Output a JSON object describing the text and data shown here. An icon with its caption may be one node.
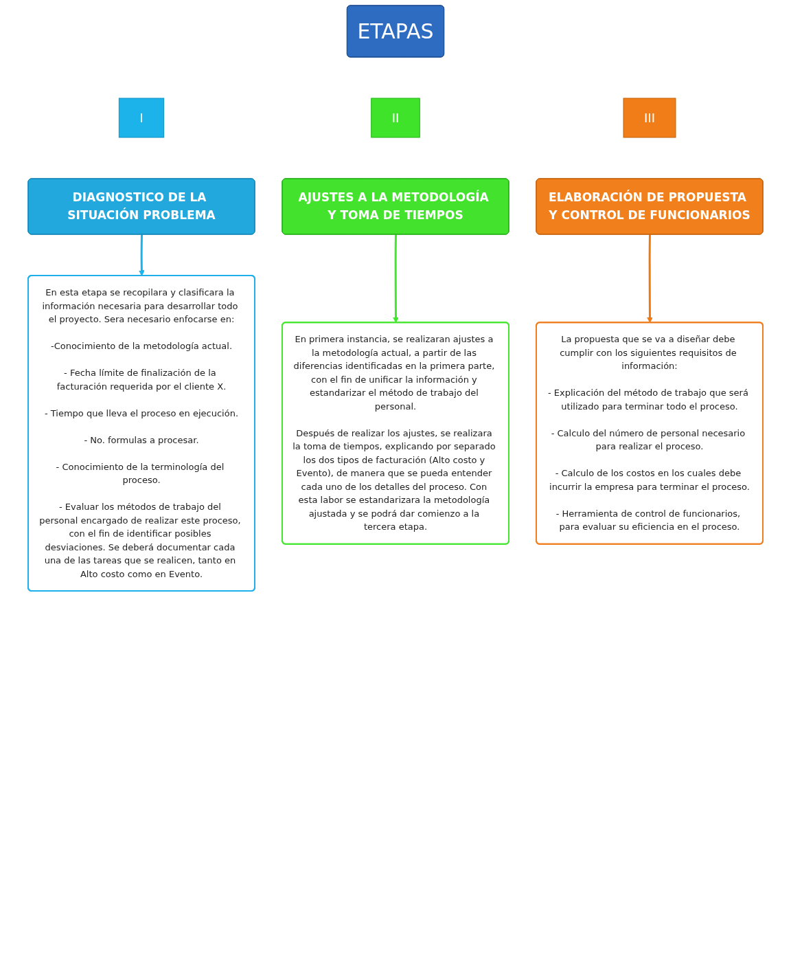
{
  "diagram": {
    "nodes": [
      {
        "text": [
          "ETAPAS"
        ]
      },
      {
        "text": [
          "I"
        ]
      },
      {
        "text": [
          "II"
        ]
      },
      {
        "text": [
          "III"
        ]
      },
      {
        "text": [
          "DIAGNOSTICO DE LA SITUACIÓN PROBLEMA"
        ]
      },
      {
        "text": [
          "AJUSTES A LA METODOLOGÍA Y TOMA DE TIEMPOS"
        ]
      },
      {
        "text": [
          "ELABORACIÓN DE PROPUESTA Y CONTROL DE FUNCIONARIOS"
        ]
      },
      {
        "text": [
          "En esta etapa se recopilara y clasificara la información necesaria para desarrollar todo el proyecto. Sera necesario enfocarse en:",
          "-Conocimiento de la metodología actual.",
          "- Fecha límite de finalización de la facturación requerida por el cliente X.",
          "- Tiempo que lleva el proceso en ejecución.",
          "- No. formulas a procesar.",
          "- Conocimiento de la terminología del proceso.",
          "- Evaluar los métodos de trabajo del personal encargado de realizar este proceso, con el fin de identificar posibles desviaciones. Se deberá documentar cada una de las tareas que se realicen, tanto en Alto costo como en Evento."
        ]
      },
      {
        "text": [
          "En primera instancia, se realizaran ajustes a la metodología actual, a partir de las diferencias identificadas en la primera parte, con el fin de unificar la información y estandarizar el método de trabajo del personal.",
          "Después de realizar los ajustes, se realizara la toma de tiempos, explicando por separado los dos tipos de facturación (Alto costo y Evento), de manera que se pueda entender cada uno de los detalles del proceso. Con esta labor se estandarizara la metodología ajustada y se podrá dar comienzo a la tercera etapa."
        ]
      },
      {
        "text": [
          "La propuesta que se va a diseñar debe cumplir con los siguientes requisitos de información:",
          "- Explicación del método de trabajo que será utilizado para terminar todo el proceso.",
          "- Calculo del número de personal necesario para realizar el proceso.",
          "- Calculo de los costos en los cuales debe incurrir la empresa para terminar el proceso.",
          "- Herramienta de control de funcionarios, para evaluar su eficiencia en el proceso."
        ]
      }
    ],
    "edges": [
      {
        "from": 4,
        "to": 7,
        "arrow": "to",
        "color": "#19b4ec"
      },
      {
        "from": 5,
        "to": 8,
        "arrow": "to",
        "color": "#3ee82a"
      },
      {
        "from": 6,
        "to": 9,
        "arrow": "to",
        "color": "#ee7a14"
      }
    ]
  }
}
